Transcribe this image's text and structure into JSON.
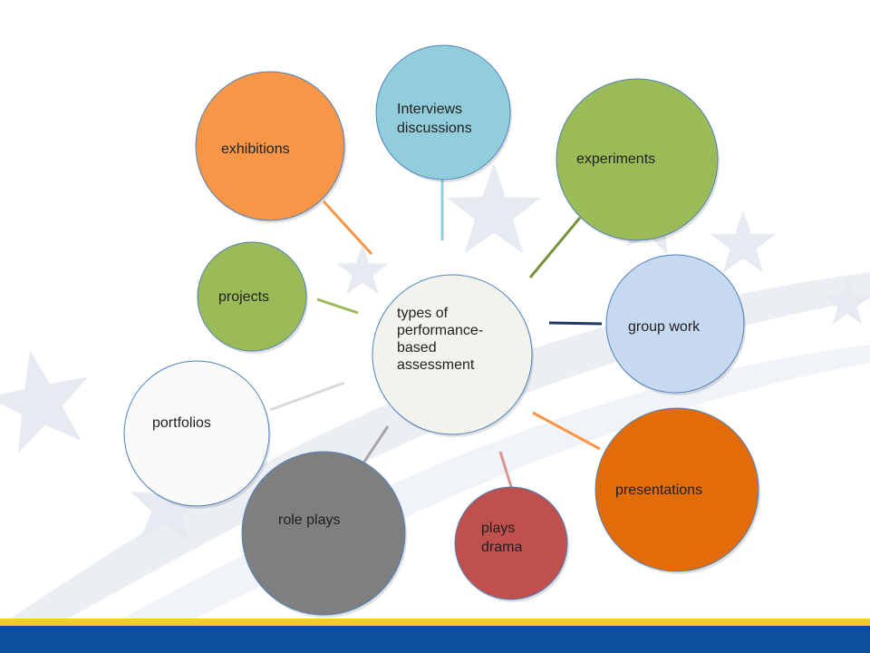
{
  "diagram": {
    "center": {
      "lines": [
        "types of",
        "performance-",
        "based",
        "assessment"
      ],
      "fill": "#f3f3ee"
    },
    "nodes": [
      {
        "id": "exhibitions",
        "lines": [
          "exhibitions"
        ],
        "fill": "#f79646",
        "connector": "#f79646"
      },
      {
        "id": "interviews",
        "lines": [
          "Interviews",
          "discussions"
        ],
        "fill": "#92cddc",
        "connector": "#92cddc"
      },
      {
        "id": "experiments",
        "lines": [
          "experiments"
        ],
        "fill": "#9bbb59",
        "connector": "#76923c"
      },
      {
        "id": "projects",
        "lines": [
          "projects"
        ],
        "fill": "#9bbb59",
        "connector": "#9bbb59"
      },
      {
        "id": "group-work",
        "lines": [
          "group work"
        ],
        "fill": "#c6d9f1",
        "connector": "#1f3864"
      },
      {
        "id": "portfolios",
        "lines": [
          "portfolios"
        ],
        "fill": "#fafafa",
        "connector": "#d9d9d9"
      },
      {
        "id": "presentations",
        "lines": [
          "presentations"
        ],
        "fill": "#e36c0a",
        "connector": "#f79646"
      },
      {
        "id": "role-plays",
        "lines": [
          "role plays"
        ],
        "fill": "#7f7f7f",
        "connector": "#a6a6a6"
      },
      {
        "id": "plays-drama",
        "lines": [
          "plays",
          "drama"
        ],
        "fill": "#c0504d",
        "connector": "#d99694"
      }
    ]
  },
  "colors": {
    "circle_stroke": "#4f81bd",
    "stars": "#e6ebf1",
    "footer_yellow": "#f2cf1a",
    "footer_blue": "#0d4f9e"
  }
}
